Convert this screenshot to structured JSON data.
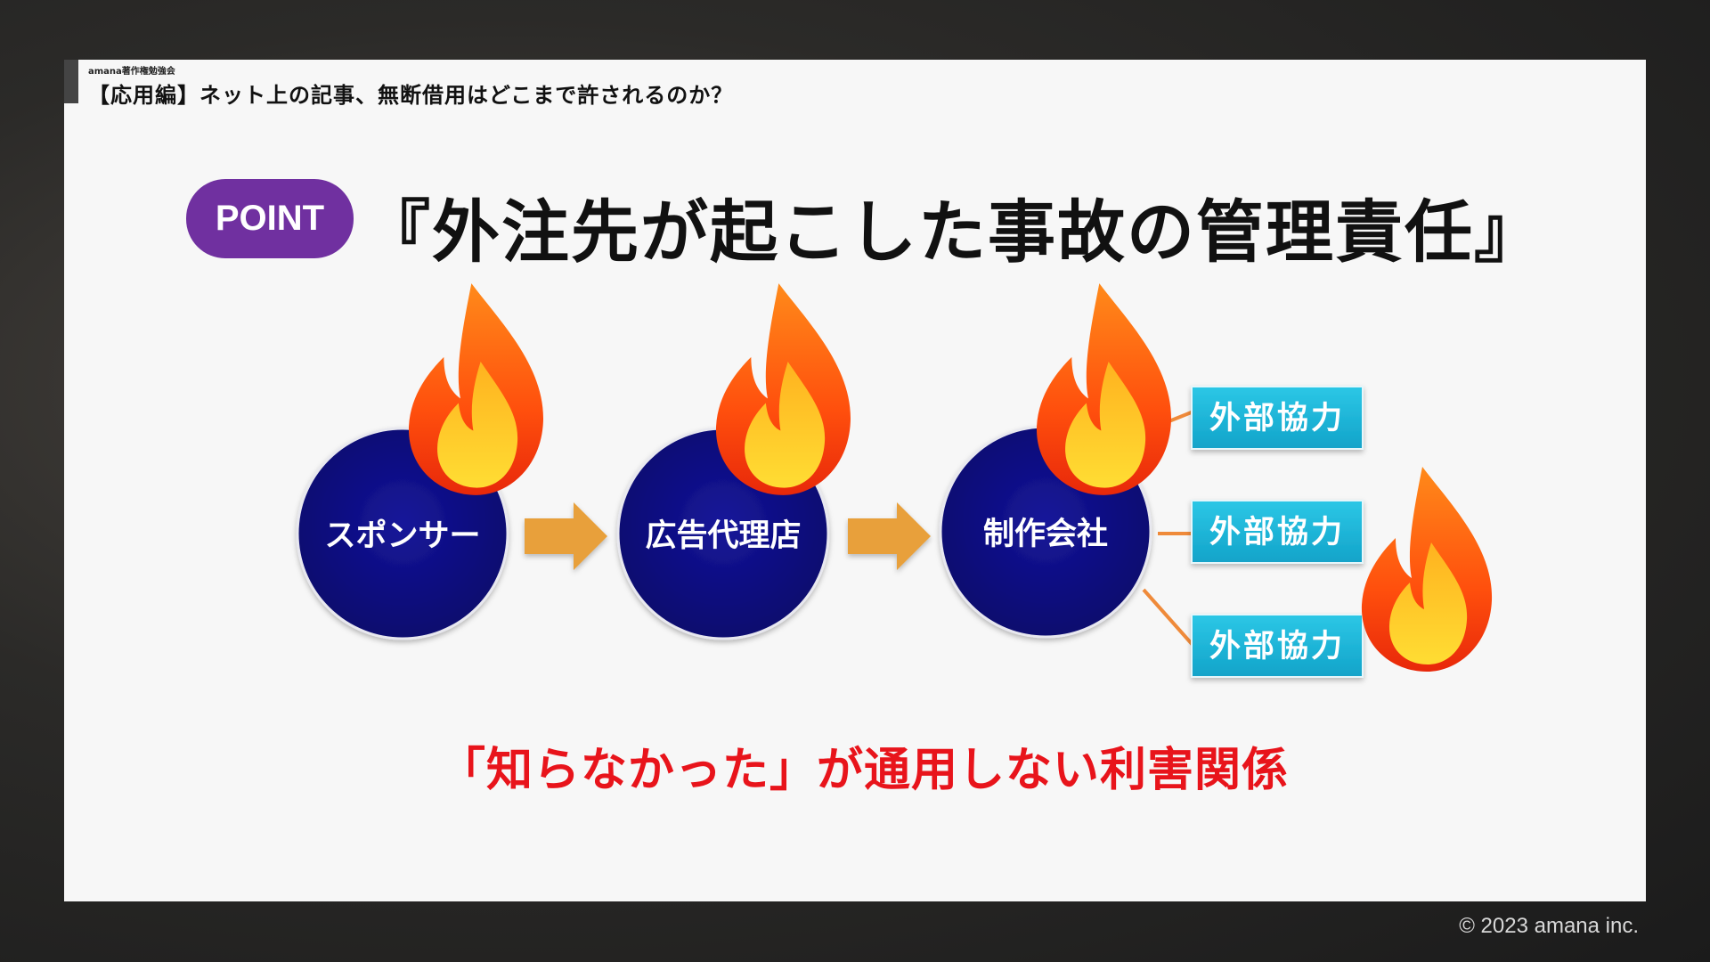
{
  "slide": {
    "org": "amana著作権勉強会",
    "title": "【応用編】ネット上の記事、無断借用はどこまで許されるのか？",
    "point_badge": "POINT",
    "point_heading": "『外注先が起こした事故の管理責任』",
    "caption": "「知らなかった」が通用しない利害関係"
  },
  "diagram": {
    "nodes": [
      {
        "label": "スポンサー"
      },
      {
        "label": "広告代理店"
      },
      {
        "label": "制作会社"
      }
    ],
    "partners": [
      {
        "label": "外部協力"
      },
      {
        "label": "外部協力"
      },
      {
        "label": "外部協力"
      }
    ],
    "colors": {
      "node_fill": "#0d0d80",
      "arrow": "#e8a03a",
      "partner_box": "#19b6d8",
      "connector": "#ef8a3a",
      "point_badge": "#7030a0",
      "caption": "#e8141b"
    }
  },
  "footer": {
    "copyright": "© 2023 amana inc."
  }
}
